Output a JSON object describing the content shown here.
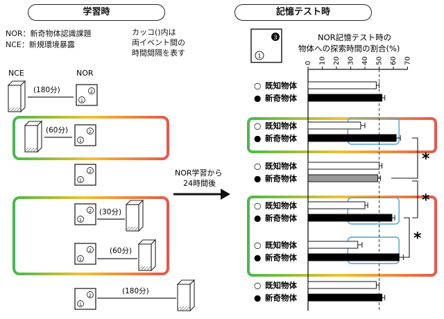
{
  "left": {
    "header": "学習時",
    "legend": [
      "NOR：新奇物体認識課題",
      "NCE：新規環境暴露"
    ],
    "note": [
      "カッコ()内は",
      "両イベント間の",
      "時間間隔を表す"
    ],
    "label_nce": "NCE",
    "label_nor": "NOR",
    "intervals": [
      "(180分)",
      "(60分)",
      "(30分)",
      "(60分)",
      "(180分)"
    ],
    "object_labels": [
      "①",
      "②"
    ]
  },
  "middle": {
    "arrow_label": [
      "NOR学習から",
      "24時間後"
    ]
  },
  "right": {
    "header": "記憶テスト時",
    "inset_labels": [
      "①",
      "❸"
    ],
    "chart_title": [
      "NOR記憶テスト時の",
      "物体への探索時間の割合(%)"
    ],
    "significance": [
      "*",
      "*",
      "*"
    ]
  },
  "chart_data": {
    "type": "bar",
    "orientation": "horizontal",
    "title": "NOR記憶テスト時の物体への探索時間の割合(%)",
    "xlim": [
      0,
      70
    ],
    "ticks": [
      0,
      10,
      20,
      30,
      40,
      50,
      60,
      70
    ],
    "reference_line": 50,
    "series": [
      {
        "name": "既知物体",
        "fill": "#ffffff",
        "marker": "○"
      },
      {
        "name": "新奇物体",
        "fill": "#000000",
        "marker": "●"
      }
    ],
    "groups": [
      {
        "bars": [
          {
            "series": "既知物体",
            "value": 48,
            "err": 2
          },
          {
            "series": "新奇物体",
            "value": 52,
            "err": 2
          }
        ]
      },
      {
        "bars": [
          {
            "series": "既知物体",
            "value": 37,
            "err": 3
          },
          {
            "series": "新奇物体",
            "value": 62,
            "err": 3
          }
        ]
      },
      {
        "bars": [
          {
            "series": "既知物体",
            "value": 50,
            "err": 2
          },
          {
            "series": "新奇物体",
            "value": 49,
            "err": 2,
            "fill": "#999999"
          }
        ]
      },
      {
        "bars": [
          {
            "series": "既知物体",
            "value": 40,
            "err": 2
          },
          {
            "series": "新奇物体",
            "value": 59,
            "err": 2
          }
        ]
      },
      {
        "bars": [
          {
            "series": "既知物体",
            "value": 35,
            "err": 3
          },
          {
            "series": "新奇物体",
            "value": 64,
            "err": 3
          }
        ]
      },
      {
        "bars": [
          {
            "series": "既知物体",
            "value": 48,
            "err": 2
          },
          {
            "series": "新奇物体",
            "value": 52,
            "err": 2
          }
        ]
      }
    ]
  }
}
